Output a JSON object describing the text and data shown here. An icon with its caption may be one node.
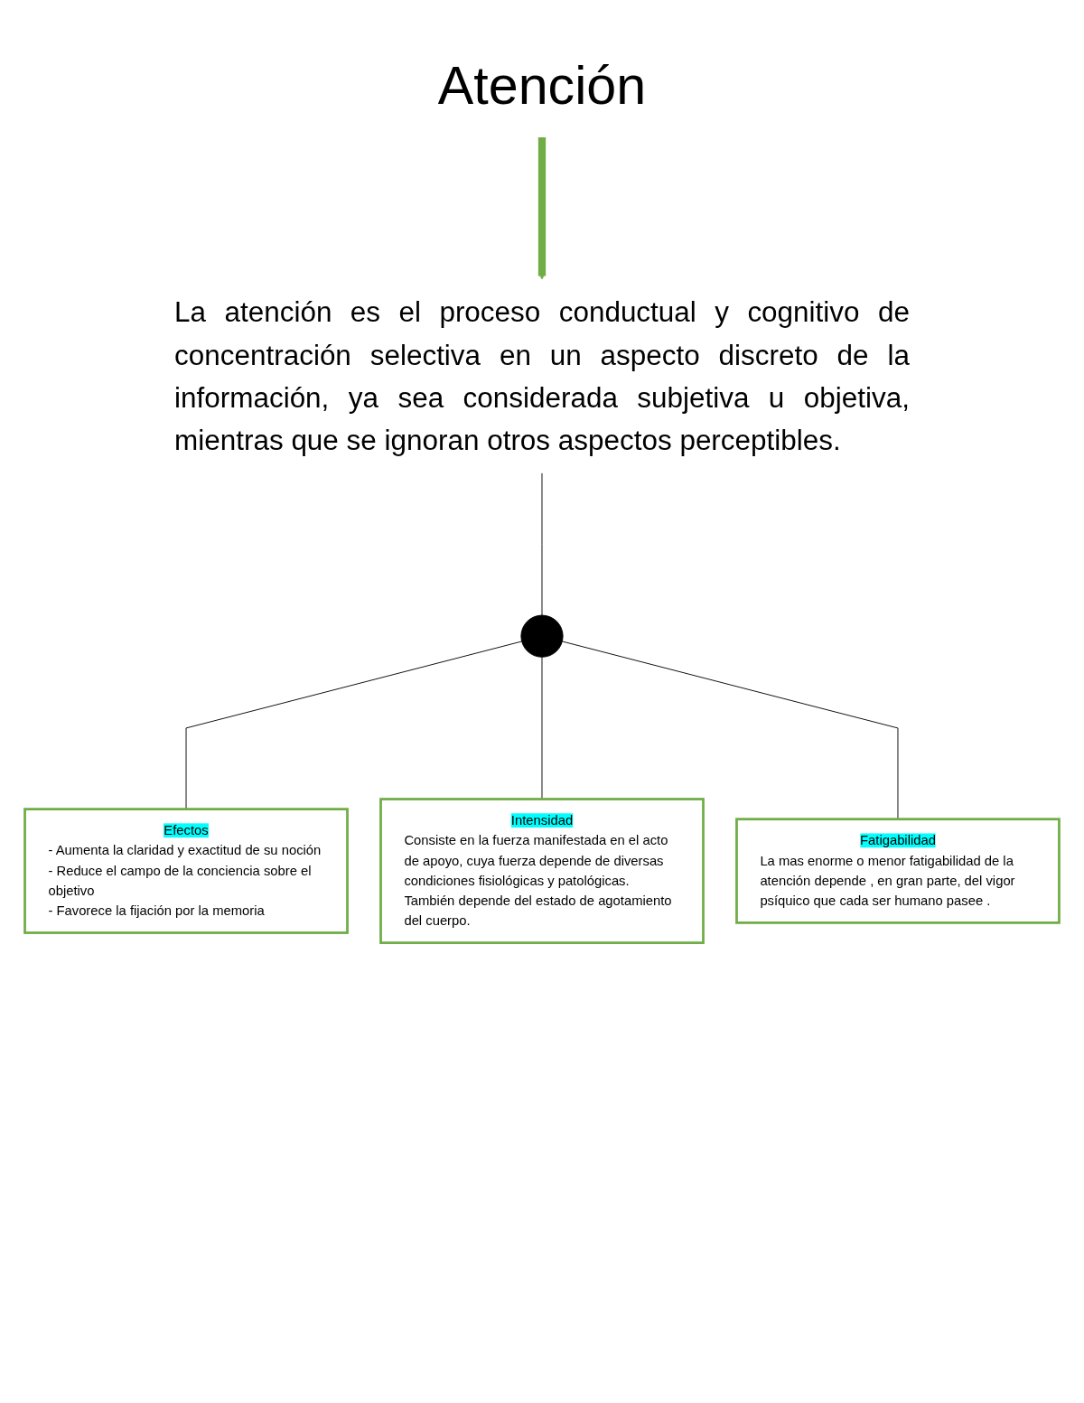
{
  "diagram": {
    "nodes": [
      {
        "text": [
          "Atención"
        ]
      },
      {
        "text": [
          "La atención es el proceso conductual y cognitivo de concentración selectiva en un aspecto discreto de la información, ya sea considerada subjetiva u objetiva, mientras que se ignoran otros aspectos perceptibles."
        ]
      },
      {
        "text": [],
        "shape": "circle"
      },
      {
        "text": [
          "Efectos",
          "- Aumenta la claridad y exactitud de su noción",
          "- Reduce el campo de la conciencia sobre el objetivo",
          "- Favorece la fijación por la memoria"
        ]
      },
      {
        "text": [
          "Intensidad",
          "Consiste en la fuerza manifestada en el acto de apoyo, cuya fuerza depende de diversas condiciones fisiológicas y patológicas. También depende del estado de agotamiento del cuerpo."
        ]
      },
      {
        "text": [
          "Fatigabilidad",
          "La mas enorme o menor fatigabilidad de la atención depende , en gran parte, del vigor psíquico que cada ser humano pasee ."
        ]
      }
    ],
    "edges": [
      {
        "from": 0,
        "to": 1,
        "arrow": "to",
        "style": "thick",
        "color": "#70ad47"
      },
      {
        "from": 1,
        "to": 2,
        "arrow": "none"
      },
      {
        "from": 2,
        "to": 3,
        "arrow": "none"
      },
      {
        "from": 2,
        "to": 4,
        "arrow": "none"
      },
      {
        "from": 2,
        "to": 5,
        "arrow": "none"
      }
    ]
  }
}
